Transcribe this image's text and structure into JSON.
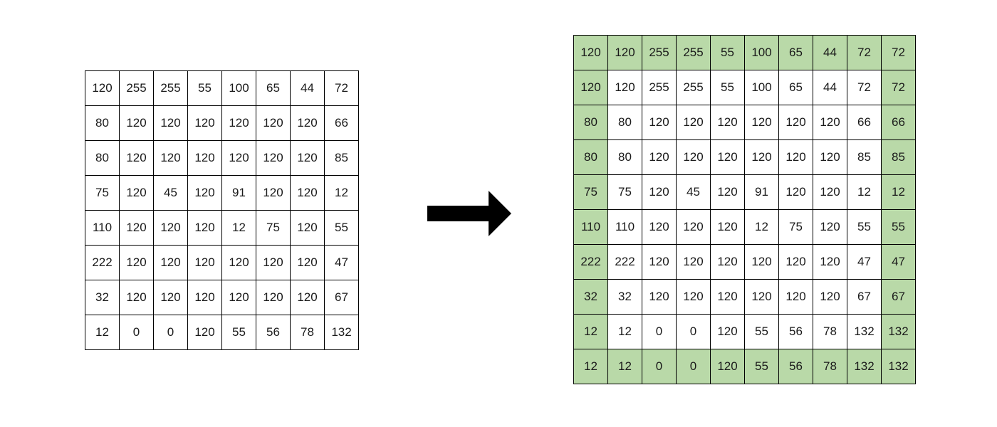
{
  "colors": {
    "border": "#000000",
    "padded_cell": "#b9d9a8",
    "cell": "#ffffff",
    "text": "#1a1a1a",
    "arrow": "#000000"
  },
  "icons": {
    "arrow": "right-arrow-icon"
  },
  "input_matrix": [
    [
      "120",
      "255",
      "255",
      "55",
      "100",
      "65",
      "44",
      "72"
    ],
    [
      "80",
      "120",
      "120",
      "120",
      "120",
      "120",
      "120",
      "66"
    ],
    [
      "80",
      "120",
      "120",
      "120",
      "120",
      "120",
      "120",
      "85"
    ],
    [
      "75",
      "120",
      "45",
      "120",
      "91",
      "120",
      "120",
      "12"
    ],
    [
      "110",
      "120",
      "120",
      "120",
      "12",
      "75",
      "120",
      "55"
    ],
    [
      "222",
      "120",
      "120",
      "120",
      "120",
      "120",
      "120",
      "47"
    ],
    [
      "32",
      "120",
      "120",
      "120",
      "120",
      "120",
      "120",
      "67"
    ],
    [
      "12",
      "0",
      "0",
      "120",
      "55",
      "56",
      "78",
      "132"
    ]
  ],
  "output_matrix": [
    [
      "120",
      "120",
      "255",
      "255",
      "55",
      "100",
      "65",
      "44",
      "72",
      "72"
    ],
    [
      "120",
      "120",
      "255",
      "255",
      "55",
      "100",
      "65",
      "44",
      "72",
      "72"
    ],
    [
      "80",
      "80",
      "120",
      "120",
      "120",
      "120",
      "120",
      "120",
      "66",
      "66"
    ],
    [
      "80",
      "80",
      "120",
      "120",
      "120",
      "120",
      "120",
      "120",
      "85",
      "85"
    ],
    [
      "75",
      "75",
      "120",
      "45",
      "120",
      "91",
      "120",
      "120",
      "12",
      "12"
    ],
    [
      "110",
      "110",
      "120",
      "120",
      "120",
      "12",
      "75",
      "120",
      "55",
      "55"
    ],
    [
      "222",
      "222",
      "120",
      "120",
      "120",
      "120",
      "120",
      "120",
      "47",
      "47"
    ],
    [
      "32",
      "32",
      "120",
      "120",
      "120",
      "120",
      "120",
      "120",
      "67",
      "67"
    ],
    [
      "12",
      "12",
      "0",
      "0",
      "120",
      "55",
      "56",
      "78",
      "132",
      "132"
    ],
    [
      "12",
      "12",
      "0",
      "0",
      "120",
      "55",
      "56",
      "78",
      "132",
      "132"
    ]
  ]
}
